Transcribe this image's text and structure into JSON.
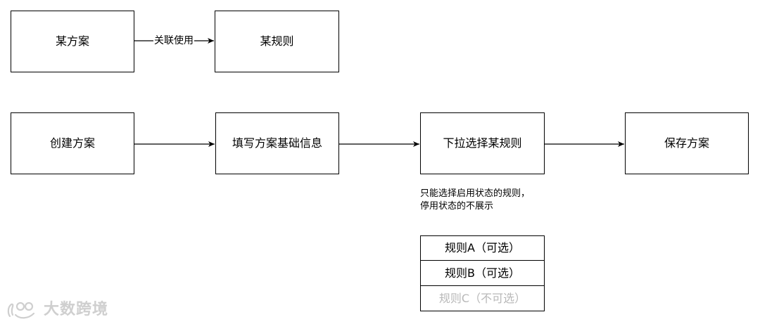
{
  "legend": {
    "source_label": "某方案",
    "target_label": "某规则",
    "relation_label": "关联使用"
  },
  "flow": {
    "steps": [
      {
        "label": "创建方案"
      },
      {
        "label": "填写方案基础信息"
      },
      {
        "label": "下拉选择某规则"
      },
      {
        "label": "保存方案"
      }
    ]
  },
  "note": {
    "text": "只能选择启用状态的规则，停用状态的不展示"
  },
  "dropdown": {
    "options": [
      {
        "label": "规则A（可选）",
        "enabled": true
      },
      {
        "label": "规则B（可选）",
        "enabled": true
      },
      {
        "label": "规则C（不可选）",
        "enabled": false
      }
    ]
  },
  "colors": {
    "stroke": "#000000",
    "disabled_text": "#b8b8b8",
    "watermark": "#c8c8c8"
  },
  "watermark": {
    "text": "大数跨境"
  }
}
